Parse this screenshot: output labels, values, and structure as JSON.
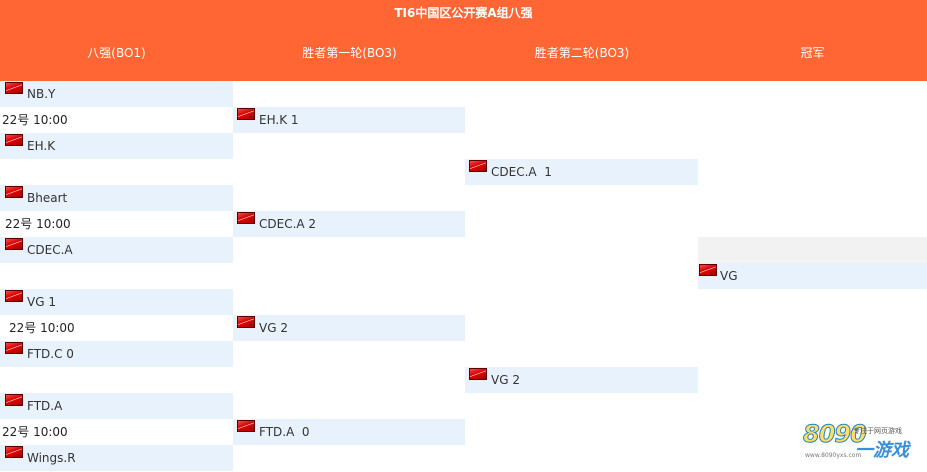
{
  "header": {
    "title": "TI6中国区公开赛A组八强",
    "rounds": [
      "八强(BO1)",
      "胜者第一轮(BO3)",
      "胜者第二轮(BO3)",
      "冠军"
    ]
  },
  "round1": [
    {
      "team1": "NB.Y",
      "time": "22号 10:00",
      "team2": "EH.K"
    },
    {
      "team1": " Bheart",
      "time": "22号 10:00",
      "team2": "CDEC.A"
    },
    {
      "team1": "VG 1",
      "time": "22号 10:00",
      "team2": "FTD.C 0"
    },
    {
      "team1": "FTD.A",
      "time": "22号 10:00",
      "team2": "Wings.R"
    }
  ],
  "round2": [
    "EH.K 1",
    "CDEC.A 2",
    "VG 2",
    "FTD.A  0"
  ],
  "round3": [
    "CDEC.A  1",
    "VG 2"
  ],
  "champion": "VG",
  "logo": {
    "number": "8090",
    "tagline": "专注于网页游戏",
    "text": "一游戏",
    "url": "www.8090yxs.com"
  }
}
